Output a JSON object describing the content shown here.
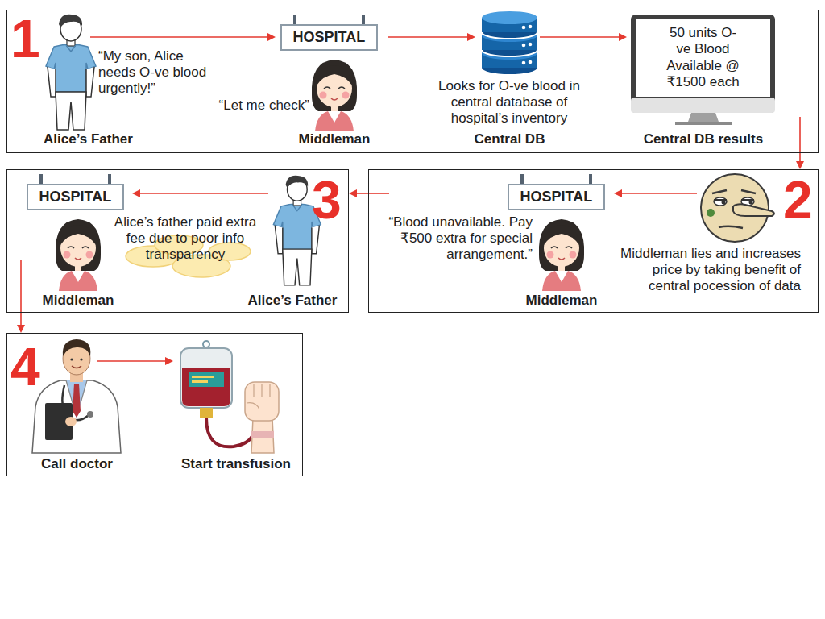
{
  "diagram": {
    "nodes": [
      {
        "text": [
          "1"
        ]
      },
      {
        "text": [
          "HOSPITAL"
        ],
        "in": 0
      },
      {
        "text": [
          "50 units O-ve Blood Available @ ₹1500 each"
        ],
        "in": 0
      },
      {
        "text": [
          "2"
        ]
      },
      {
        "text": [
          "HOSPITAL"
        ],
        "in": 3
      },
      {
        "text": [
          "3"
        ]
      },
      {
        "text": [
          "HOSPITAL"
        ],
        "in": 5
      },
      {
        "text": [
          "4"
        ]
      }
    ],
    "edges": [
      {
        "from": 0,
        "to": 3,
        "arrow": "to"
      },
      {
        "from": 3,
        "to": 5,
        "arrow": "to"
      },
      {
        "from": 5,
        "to": 7,
        "arrow": "to"
      }
    ],
    "labels": [
      "“My son, Alice needs O-ve blood urgently!”",
      "Alice’s Father",
      "“Let me check”",
      "Middleman",
      "Looks for O-ve blood in central database of hospital’s inventory",
      "Central DB",
      "Central DB results",
      "Middleman lies and increases price by taking benefit of central pocession of data",
      "“Blood unavailable. Pay ₹500 extra for special arrangement.”",
      "Middleman",
      "Alice’s father paid extra fee due to poor info transparency",
      "Middleman",
      "Alice’s Father",
      "Call doctor",
      "Start transfusion"
    ]
  }
}
